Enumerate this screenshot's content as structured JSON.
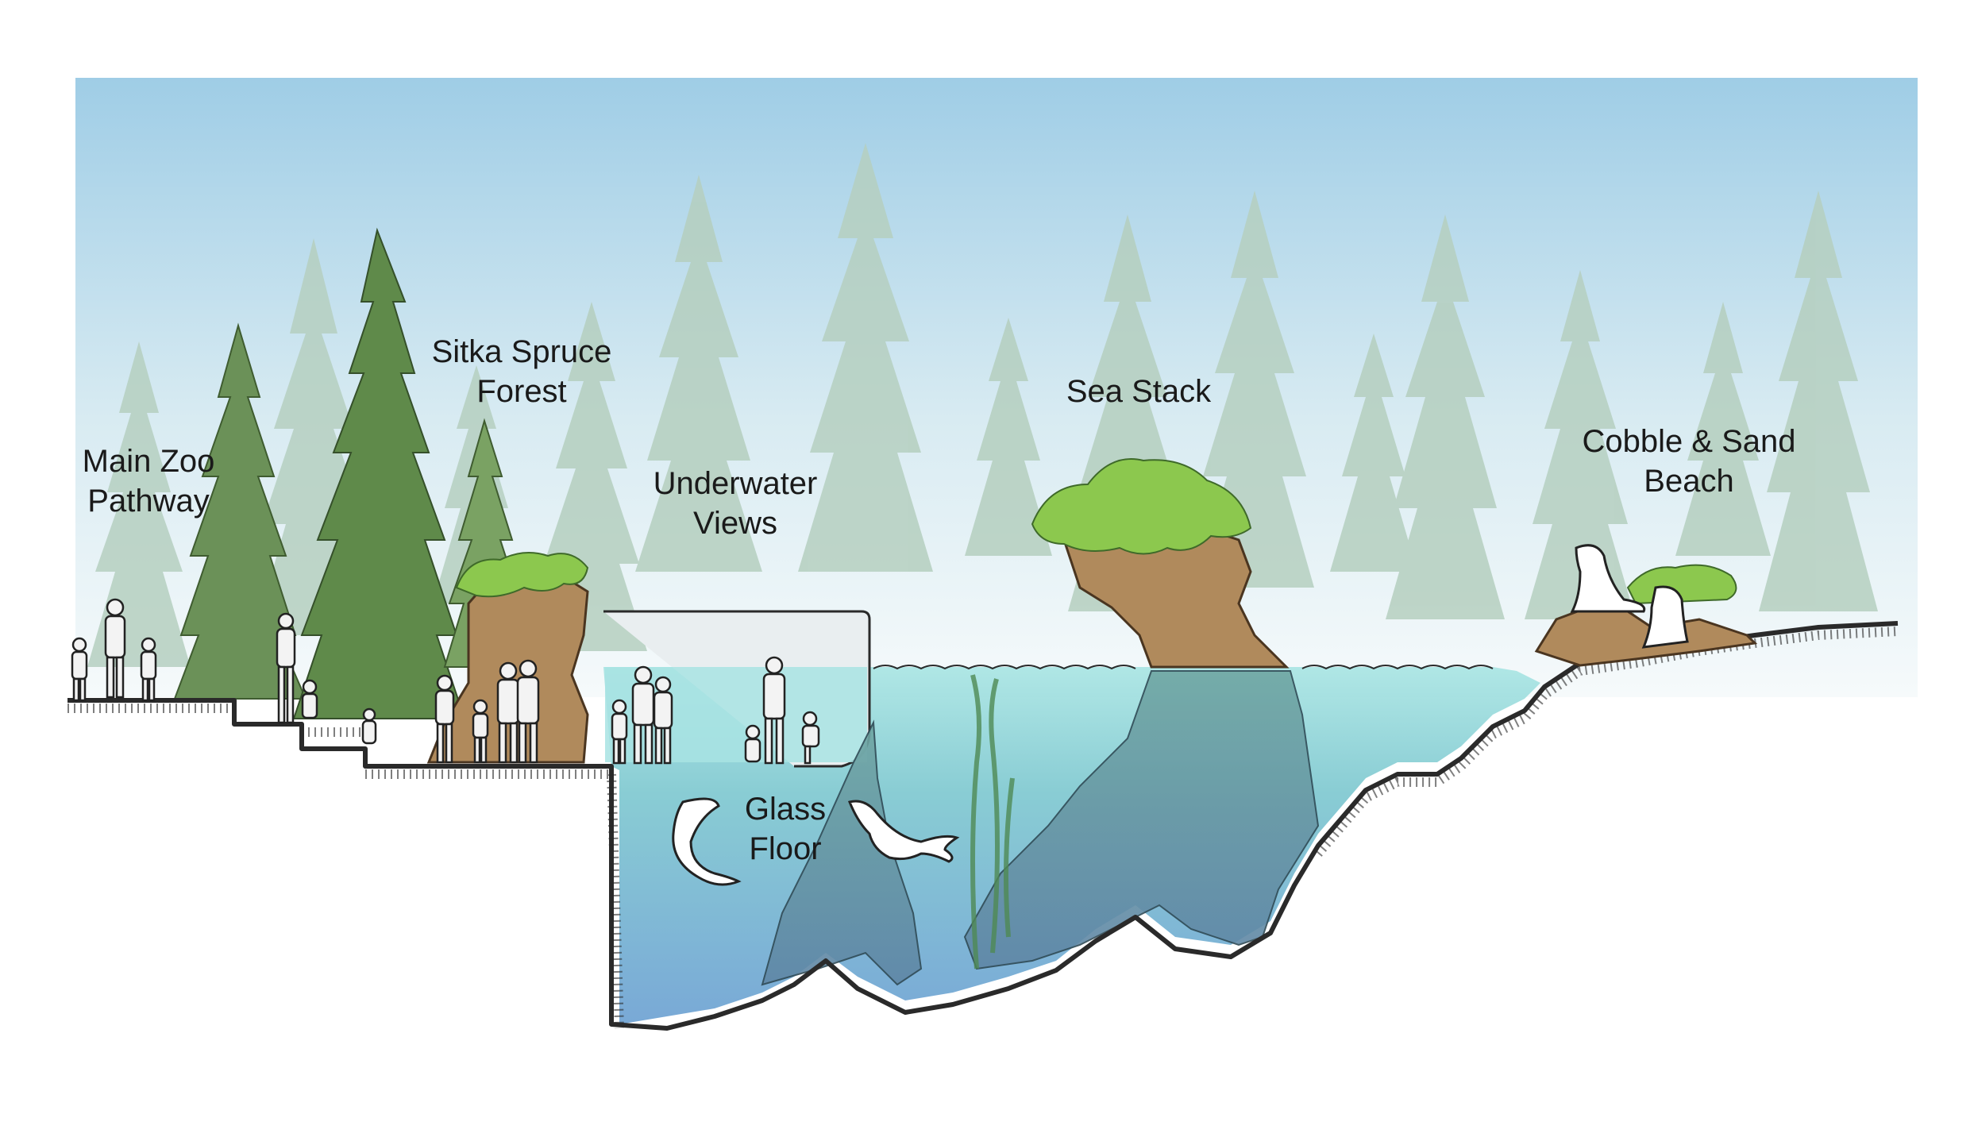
{
  "diagram": {
    "labels": {
      "main_zoo_pathway": [
        "Main Zoo",
        "Pathway"
      ],
      "sitka_spruce_forest": [
        "Sitka Spruce",
        "Forest"
      ],
      "underwater_views": [
        "Underwater",
        "Views"
      ],
      "sea_stack": [
        "Sea Stack"
      ],
      "cobble_sand_beach": [
        "Cobble & Sand",
        "Beach"
      ],
      "glass_floor": [
        "Glass",
        "Floor"
      ]
    }
  },
  "colors": {
    "sky_top": "#9fcde6",
    "sky_bottom": "#f4f9fb",
    "forest_silhouette": "#b5cfbf",
    "spruce_green": "#5f8a4a",
    "moss_green": "#8cc84e",
    "rock_brown": "#b08a5c",
    "water_surface": "#a8e3e3",
    "water_deep": "#6a9fd2",
    "ground_line": "#2a2a2a"
  },
  "icons": [
    "seal-icon",
    "sea-lion-icon",
    "visitor-figure-icon",
    "spruce-tree-icon"
  ]
}
